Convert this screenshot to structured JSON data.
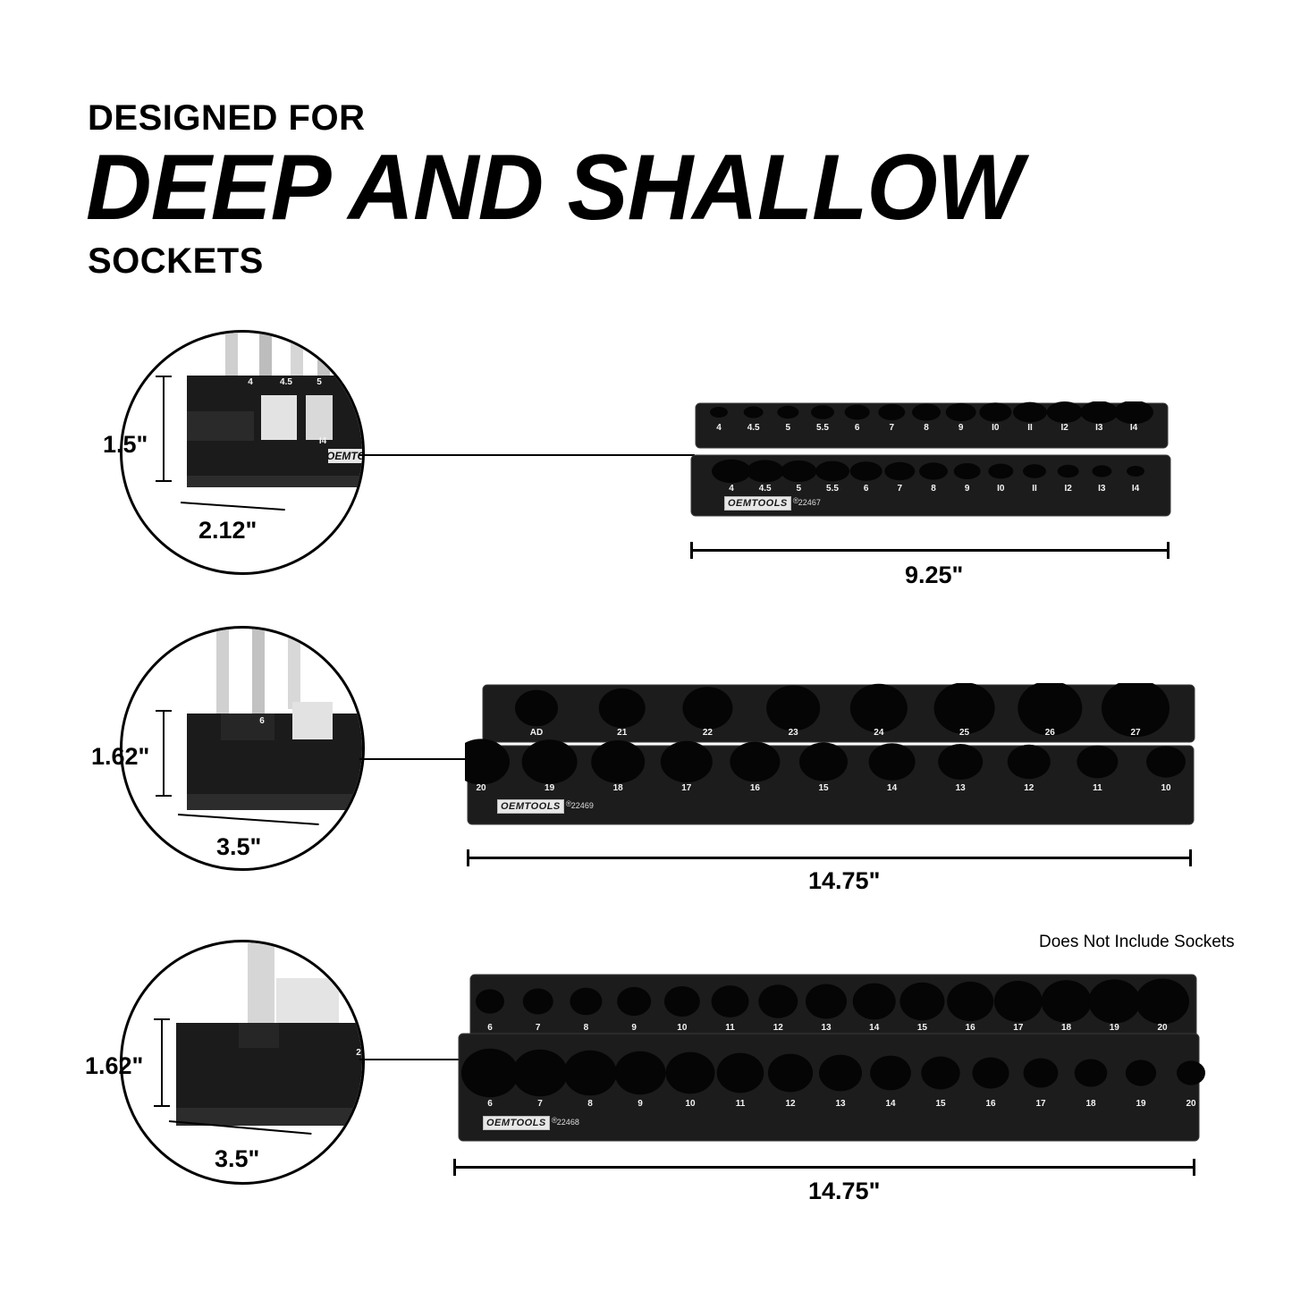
{
  "heading": {
    "line1": "DESIGNED FOR",
    "line2": "DEEP AND SHALLOW",
    "line3": "SOCKETS"
  },
  "footnote": "Does Not Include Sockets",
  "brand": {
    "logo_text": "OEMTOOLS",
    "registered": "®"
  },
  "trays": [
    {
      "model": "22467",
      "height_label": "1.5\"",
      "depth_label": "2.12\"",
      "width_label": "9.25\"",
      "circle_labels": [
        "4",
        "4.5",
        "5",
        "I4"
      ],
      "back_row": [
        "4",
        "4.5",
        "5",
        "5.5",
        "6",
        "7",
        "8",
        "9",
        "I0",
        "II",
        "I2",
        "I3",
        "I4"
      ],
      "front_row": [
        "I4",
        "I3",
        "I2",
        "II",
        "I0",
        "9",
        "8",
        "7",
        "6",
        "5.5",
        "5",
        "4.5",
        "4"
      ]
    },
    {
      "model": "22469",
      "height_label": "1.62\"",
      "depth_label": "3.5\"",
      "width_label": "14.75\"",
      "circle_labels": [
        "6"
      ],
      "back_row": [
        "AD",
        "21",
        "22",
        "23",
        "24",
        "25",
        "26",
        "27"
      ],
      "front_row": [
        "20",
        "19",
        "18",
        "17",
        "16",
        "15",
        "14",
        "13",
        "12",
        "11",
        "10"
      ]
    },
    {
      "model": "22468",
      "height_label": "1.62\"",
      "depth_label": "3.5\"",
      "width_label": "14.75\"",
      "circle_labels": [
        "2"
      ],
      "back_row": [
        "6",
        "7",
        "8",
        "9",
        "10",
        "11",
        "12",
        "13",
        "14",
        "15",
        "16",
        "17",
        "18",
        "19",
        "20"
      ],
      "front_row": [
        "20",
        "19",
        "18",
        "17",
        "16",
        "15",
        "14",
        "13",
        "12",
        "11",
        "10",
        "9",
        "8",
        "7",
        "6"
      ]
    }
  ],
  "colors": {
    "tray": "#1c1c1c",
    "tray_edge": "#3a3a3a",
    "hole": "#050505",
    "label": "#f4f4f4"
  }
}
